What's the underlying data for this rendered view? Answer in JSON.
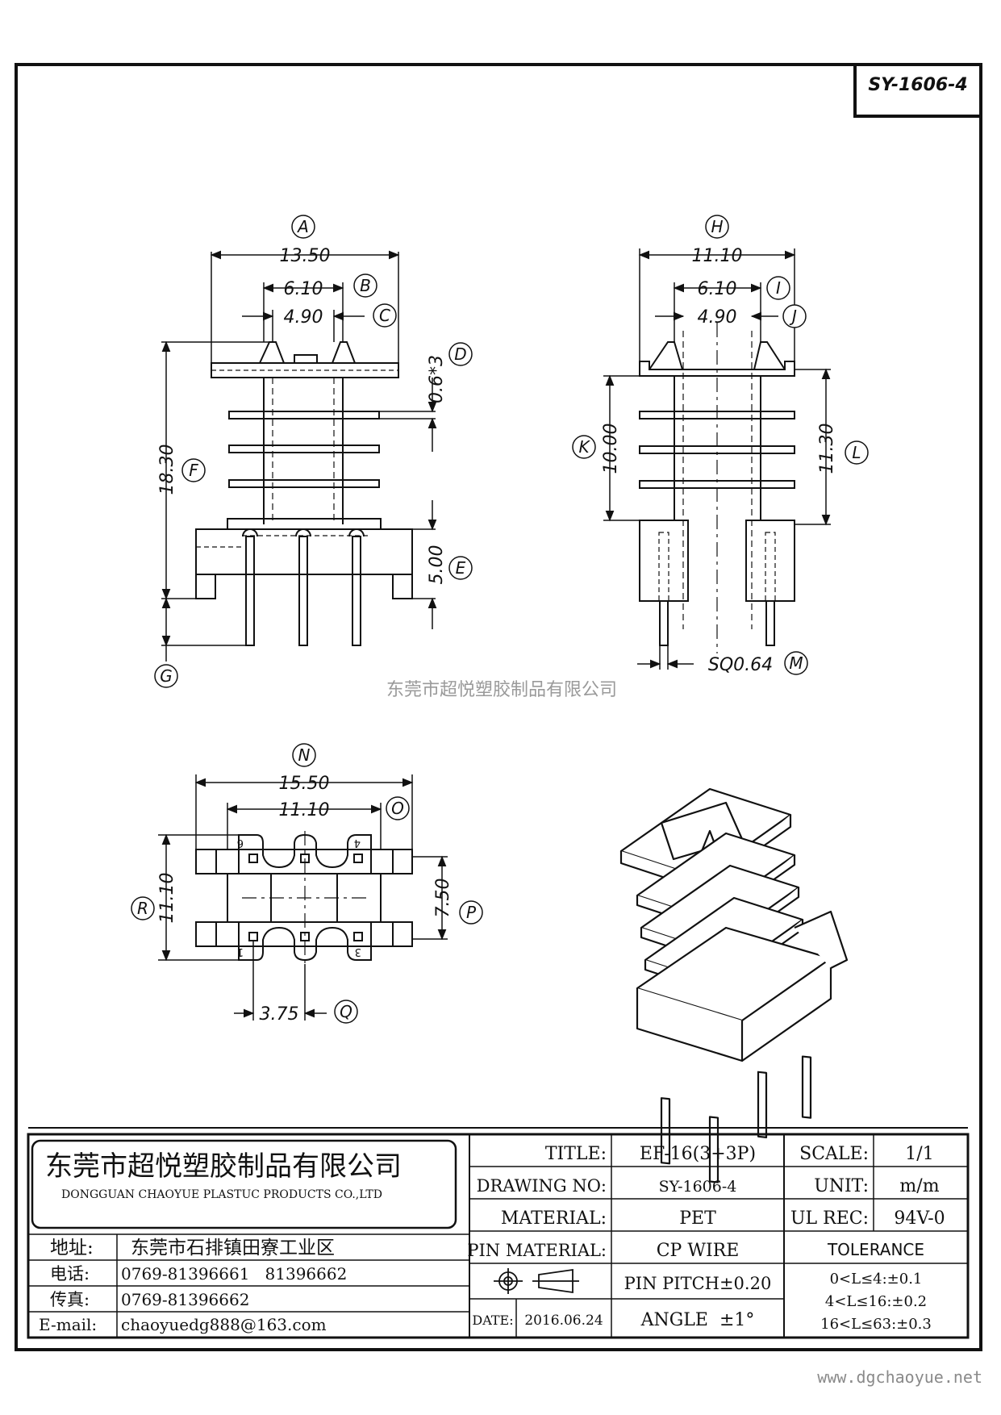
{
  "drawing_number_box": "SY-1606-4",
  "watermark": "东莞市超悦塑胶制品有限公司",
  "website": "www.dgchaoyue.net",
  "side_view": {
    "dims": {
      "A": "13.50",
      "B": "6.10",
      "C": "4.90",
      "D": "0.6*3",
      "E": "5.00",
      "F": "18.30"
    },
    "labels": [
      "A",
      "B",
      "C",
      "D",
      "E",
      "F",
      "G"
    ]
  },
  "front_view": {
    "dims": {
      "H": "11.10",
      "I": "6.10",
      "J": "4.90",
      "K": "10.00",
      "L": "11.30",
      "M": "SQ0.64"
    },
    "labels": [
      "H",
      "I",
      "J",
      "K",
      "L",
      "M"
    ]
  },
  "bottom_view": {
    "dims": {
      "N": "15.50",
      "O": "11.10",
      "P": "7.50",
      "Q": "3.75",
      "R": "11.10"
    },
    "labels": [
      "N",
      "O",
      "P",
      "Q",
      "R"
    ],
    "pin_numbers": [
      "6",
      "4",
      "1",
      "3"
    ]
  },
  "title_block": {
    "company_cn": "东莞市超悦塑胶制品有限公司",
    "company_en": "DONGGUAN CHAOYUE PLASTUC PRODUCTS CO.,LTD",
    "address_label": "地址:",
    "address": "东莞市石排镇田寮工业区",
    "phone_label": "电话:",
    "phone": "0769-81396661   81396662",
    "fax_label": "传真:",
    "fax": "0769-81396662",
    "email_label": "E-mail:",
    "email": "chaoyuedg888@163.com",
    "title_label": "TITLE:",
    "title": "EF-16(3+3P)",
    "drawing_no_label": "DRAWING NO:",
    "drawing_no": "SY-1606-4",
    "material_label": "MATERIAL:",
    "material": "PET",
    "pin_material_label": "PIN MATERIAL:",
    "pin_material": "CP WIRE",
    "pin_pitch": "PIN PITCH±0.20",
    "angle": "ANGLE  ±1°",
    "date_label": "DATE:",
    "date": "2016.06.24",
    "scale_label": "SCALE:",
    "scale": "1/1",
    "unit_label": "UNIT:",
    "unit": "m/m",
    "ul_rec_label": "UL REC:",
    "ul_rec": "94V-0",
    "tolerance_label": "TOLERANCE",
    "tolerance_rows": [
      "0<L≤4:±0.1",
      "4<L≤16:±0.2",
      "16<L≤63:±0.3"
    ]
  }
}
